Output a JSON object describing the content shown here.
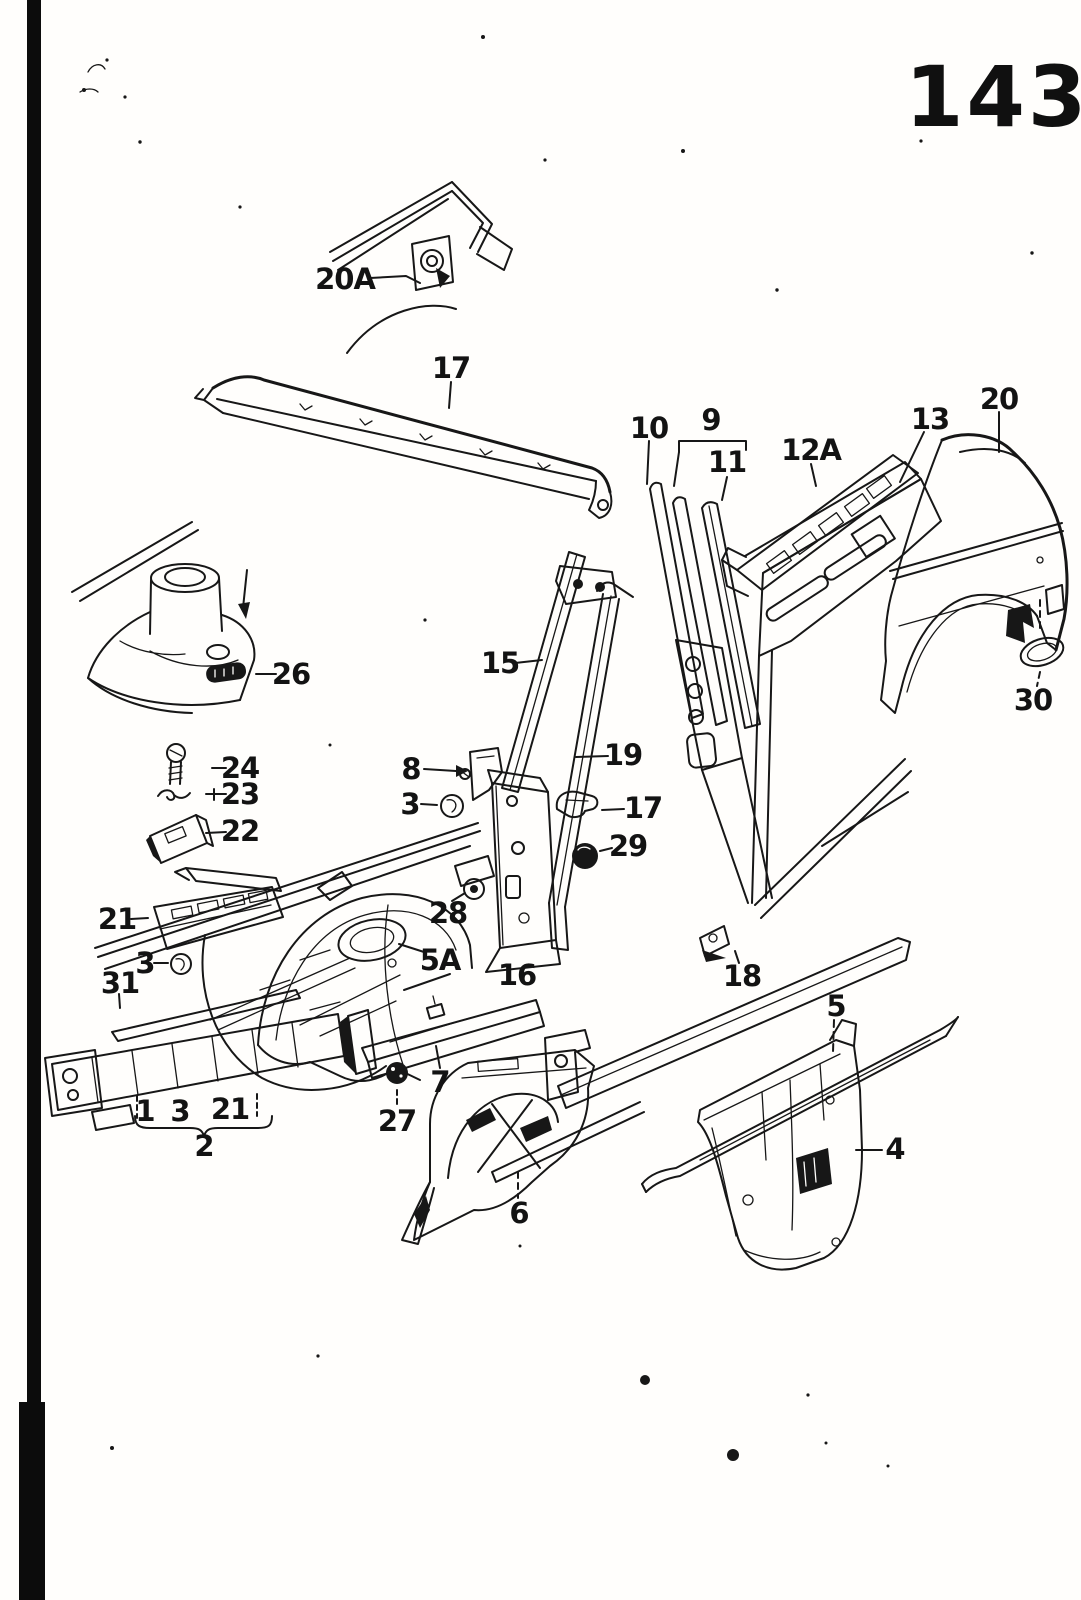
{
  "page": {
    "number": "143"
  },
  "callouts": [
    {
      "label": "20A"
    },
    {
      "label": "17"
    },
    {
      "label": "10"
    },
    {
      "label": "9"
    },
    {
      "label": "11"
    },
    {
      "label": "12A"
    },
    {
      "label": "13"
    },
    {
      "label": "20"
    },
    {
      "label": "30"
    },
    {
      "label": "26"
    },
    {
      "label": "24"
    },
    {
      "label": "23"
    },
    {
      "label": "22"
    },
    {
      "label": "15"
    },
    {
      "label": "8"
    },
    {
      "label": "3"
    },
    {
      "label": "19"
    },
    {
      "label": "17"
    },
    {
      "label": "29"
    },
    {
      "label": "21"
    },
    {
      "label": "28"
    },
    {
      "label": "3"
    },
    {
      "label": "5A"
    },
    {
      "label": "31"
    },
    {
      "label": "16"
    },
    {
      "label": "18"
    },
    {
      "label": "5"
    },
    {
      "label": "1"
    },
    {
      "label": "3"
    },
    {
      "label": "21"
    },
    {
      "label": "2"
    },
    {
      "label": "7"
    },
    {
      "label": "27"
    },
    {
      "label": "6"
    },
    {
      "label": "4"
    }
  ]
}
